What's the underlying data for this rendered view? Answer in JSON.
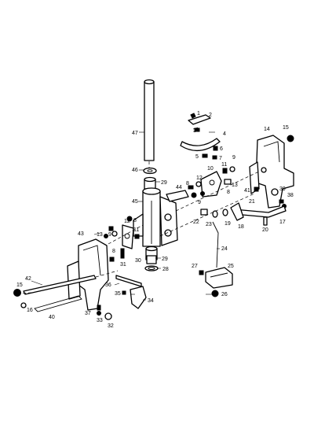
{
  "callouts": [
    "1",
    "2",
    "3",
    "4",
    "5",
    "6",
    "7",
    "8",
    "9",
    "10",
    "11",
    "12",
    "13",
    "14",
    "15",
    "16",
    "17",
    "18",
    "19",
    "20",
    "21",
    "22",
    "23",
    "24",
    "25",
    "26",
    "27",
    "28",
    "29",
    "30",
    "31",
    "32",
    "33",
    "34",
    "35",
    "36",
    "37",
    "38",
    "39",
    "40",
    "41",
    "42",
    "43",
    "44",
    "45",
    "46",
    "47"
  ],
  "colors": {
    "line": "#000000",
    "paper": "#ffffff"
  }
}
